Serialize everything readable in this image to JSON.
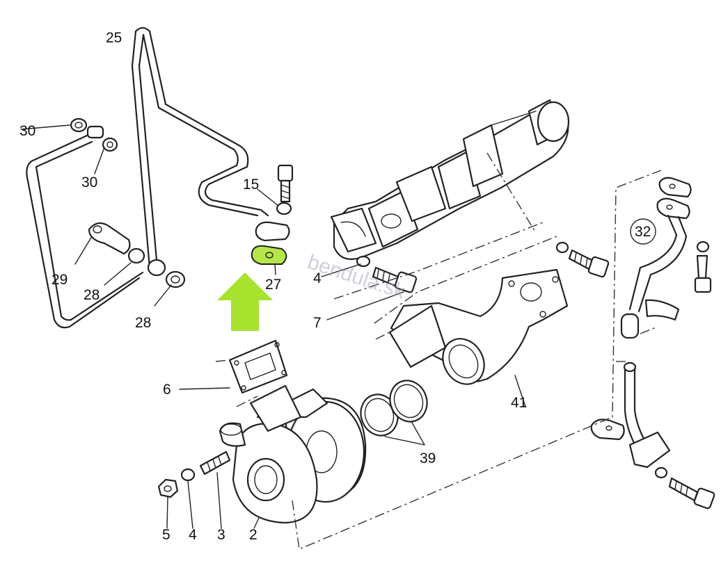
{
  "labels": {
    "l25": "25",
    "l30a": "30",
    "l30b": "30",
    "l15": "15",
    "l29": "29",
    "l28a": "28",
    "l28b": "28",
    "l27": "27",
    "l4a": "4",
    "l7": "7",
    "l32": "32",
    "l6": "6",
    "l41": "41",
    "l39": "39",
    "l5": "5",
    "l4b": "4",
    "l3": "3",
    "l2": "2"
  },
  "watermark": "bendula.sk",
  "colors": {
    "highlight_arrow": "#a6e22e",
    "highlight_gasket": "#b5e64a",
    "line": "#222222"
  }
}
